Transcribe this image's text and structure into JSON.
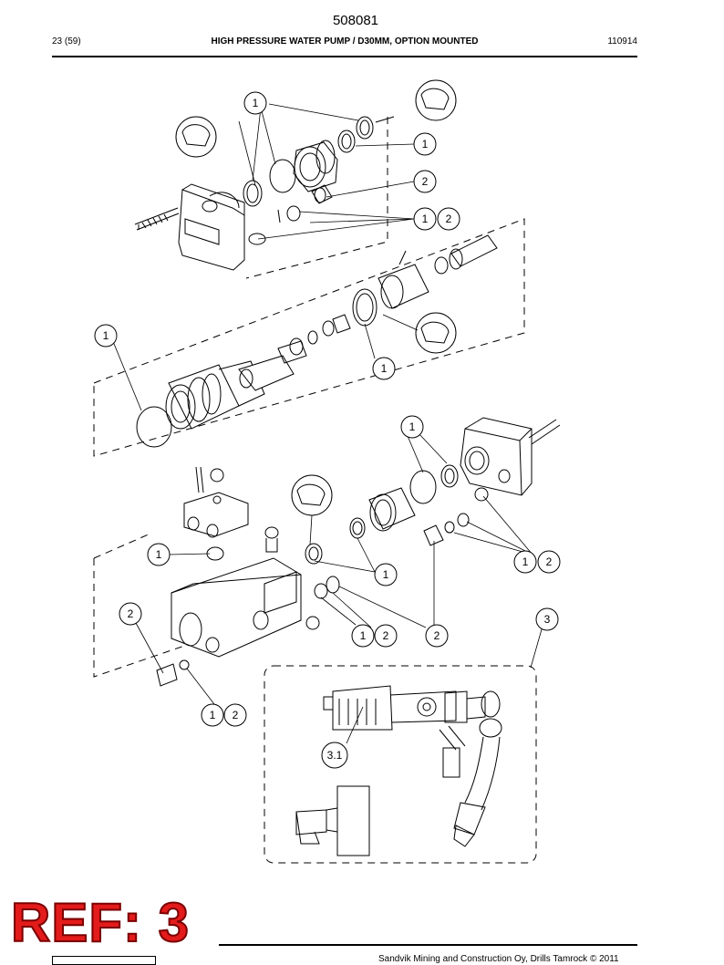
{
  "header": {
    "document_number": "508081",
    "page": "23 (59)",
    "title": "HIGH PRESSURE WATER PUMP / D30MM, OPTION MOUNTED",
    "date_code": "110914"
  },
  "callouts": {
    "c1a": "1",
    "c1b": "1",
    "c2a": "2",
    "c1c": "1",
    "c2b": "2",
    "c1d": "1",
    "c1e": "1",
    "c1f": "1",
    "c1g": "1",
    "c1h": "1",
    "c1i": "1",
    "c2c": "2",
    "c1j": "1",
    "c2d": "2",
    "c2e": "2",
    "c2f": "2",
    "c1k": "1",
    "c2g": "2",
    "c3": "3",
    "c31": "3.1"
  },
  "stamp": {
    "ref_label": "REF: 3"
  },
  "footer": {
    "copyright": "Sandvik Mining and Construction Oy, Drills Tamrock © 2011"
  }
}
